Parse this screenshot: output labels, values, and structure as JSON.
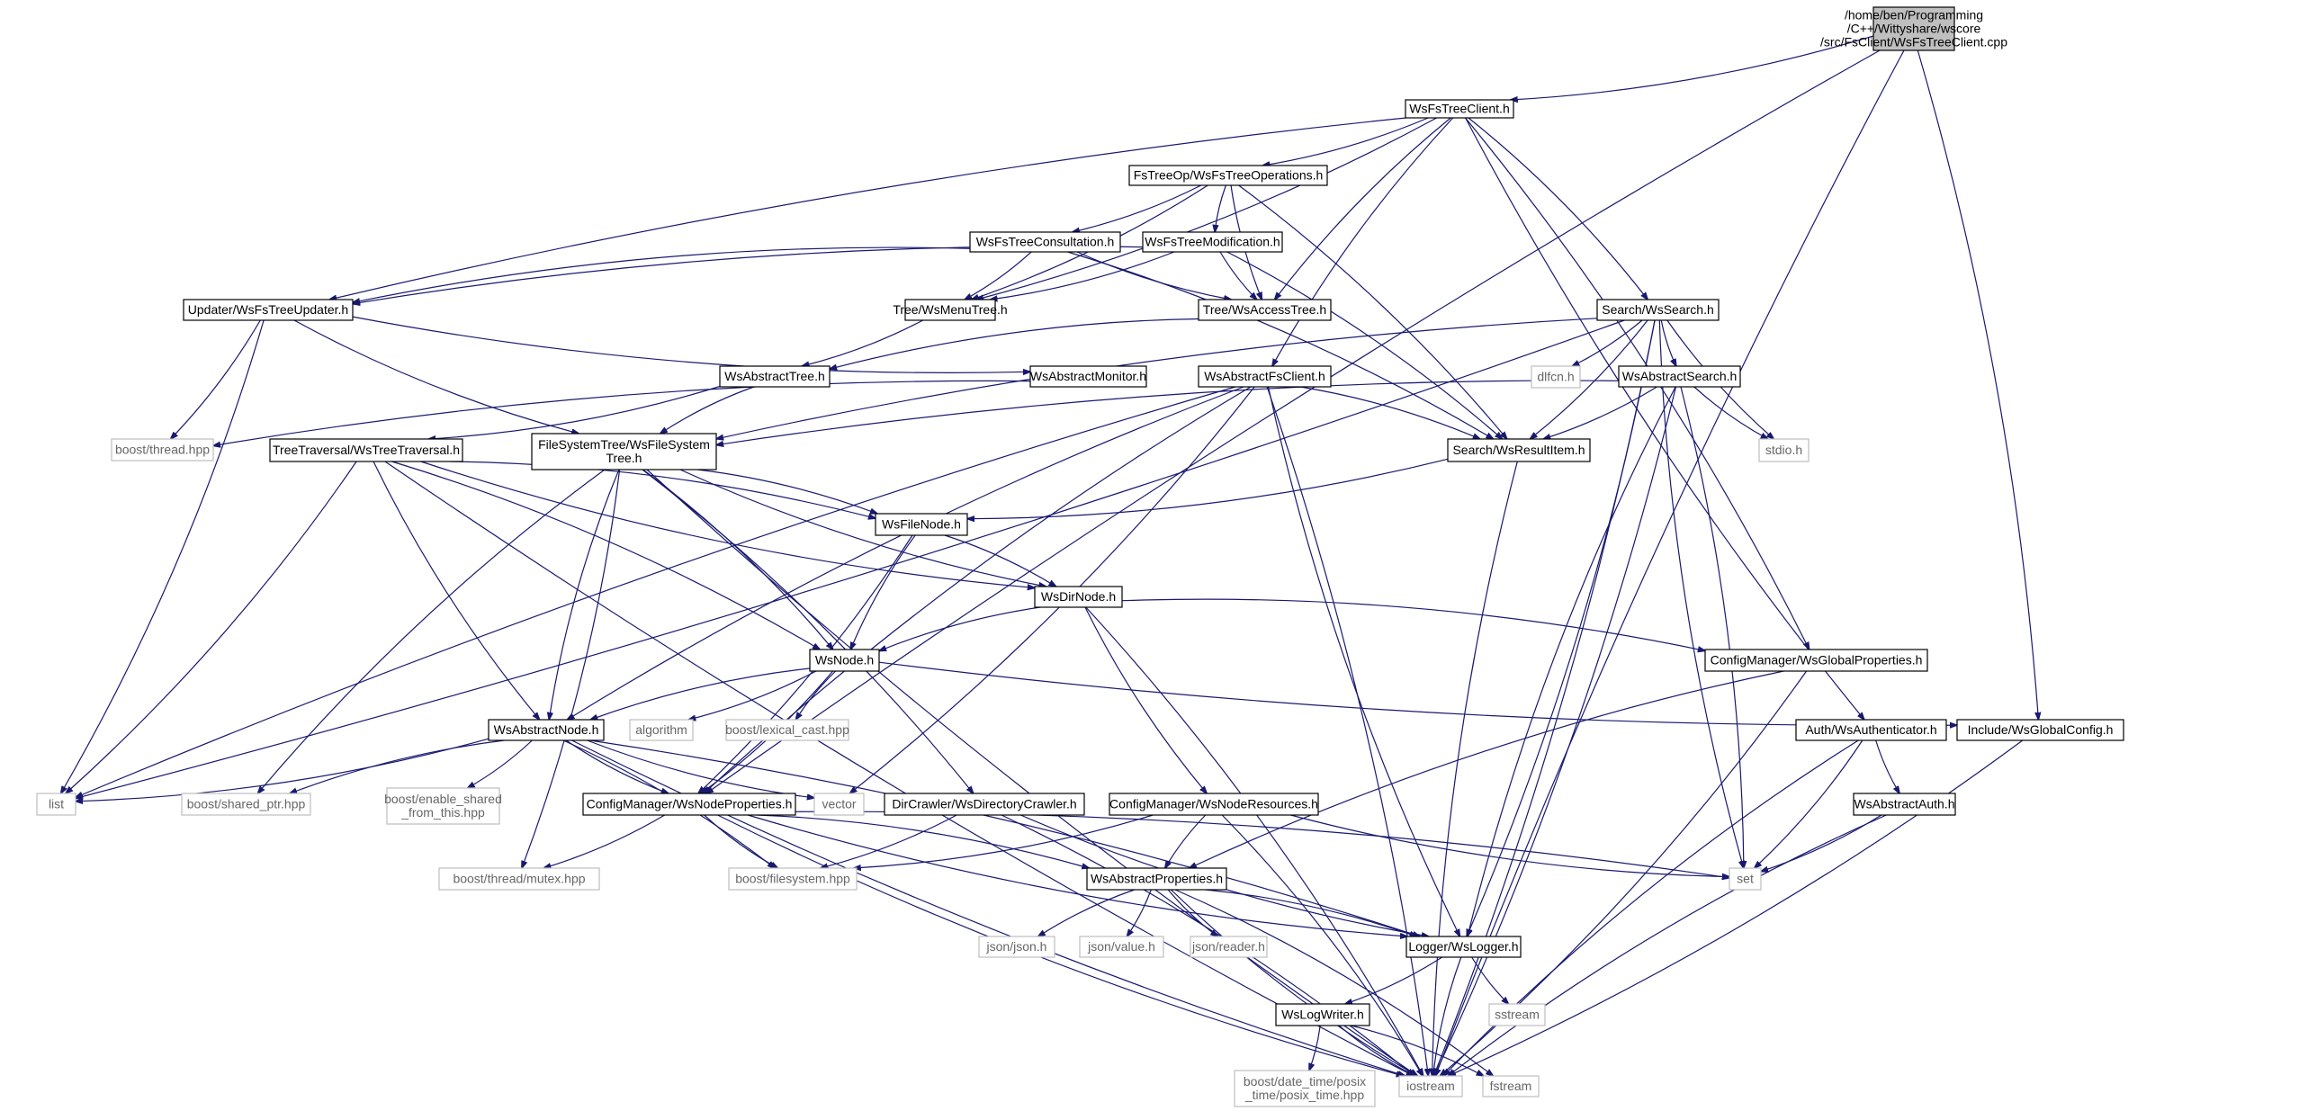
{
  "colors": {
    "edge": "#191970",
    "node_border": "#000000",
    "external_border": "#bfbfbf",
    "root_fill": "#bfbfbf",
    "text": "#000000",
    "external_text": "#666666"
  },
  "nodes": [
    {
      "id": "root",
      "label": [
        "/home/ben/Programming",
        "/C++/Wittyshare/wscore",
        "/src/FsClient/WsFsTreeClient.cpp"
      ],
      "kind": "root"
    },
    {
      "id": "fstreeclient",
      "label": [
        "WsFsTreeClient.h"
      ],
      "kind": "header"
    },
    {
      "id": "treeops",
      "label": [
        "FsTreeOp/WsFsTreeOperations.h"
      ],
      "kind": "header"
    },
    {
      "id": "consult",
      "label": [
        "WsFsTreeConsultation.h"
      ],
      "kind": "header"
    },
    {
      "id": "modif",
      "label": [
        "WsFsTreeModification.h"
      ],
      "kind": "header"
    },
    {
      "id": "updater",
      "label": [
        "Updater/WsFsTreeUpdater.h"
      ],
      "kind": "header"
    },
    {
      "id": "menutree",
      "label": [
        "Tree/WsMenuTree.h"
      ],
      "kind": "header"
    },
    {
      "id": "accesstree",
      "label": [
        "Tree/WsAccessTree.h"
      ],
      "kind": "header"
    },
    {
      "id": "search",
      "label": [
        "Search/WsSearch.h"
      ],
      "kind": "header"
    },
    {
      "id": "absmonitor",
      "label": [
        "WsAbstractMonitor.h"
      ],
      "kind": "header"
    },
    {
      "id": "abstree",
      "label": [
        "WsAbstractTree.h"
      ],
      "kind": "header"
    },
    {
      "id": "absfsclient",
      "label": [
        "WsAbstractFsClient.h"
      ],
      "kind": "header"
    },
    {
      "id": "abssearch",
      "label": [
        "WsAbstractSearch.h"
      ],
      "kind": "header"
    },
    {
      "id": "thread",
      "label": [
        "boost/thread.hpp"
      ],
      "kind": "external"
    },
    {
      "id": "traversal",
      "label": [
        "TreeTraversal/WsTreeTraversal.h"
      ],
      "kind": "header"
    },
    {
      "id": "fstree",
      "label": [
        "FileSystemTree/WsFileSystem",
        "Tree.h"
      ],
      "kind": "header"
    },
    {
      "id": "resultitem",
      "label": [
        "Search/WsResultItem.h"
      ],
      "kind": "header"
    },
    {
      "id": "dlfcn",
      "label": [
        "dlfcn.h"
      ],
      "kind": "external"
    },
    {
      "id": "stdio",
      "label": [
        "stdio.h"
      ],
      "kind": "external"
    },
    {
      "id": "filenode",
      "label": [
        "WsFileNode.h"
      ],
      "kind": "header"
    },
    {
      "id": "dirnode",
      "label": [
        "WsDirNode.h"
      ],
      "kind": "header"
    },
    {
      "id": "globalprops",
      "label": [
        "ConfigManager/WsGlobalProperties.h"
      ],
      "kind": "header"
    },
    {
      "id": "wsnode",
      "label": [
        "WsNode.h"
      ],
      "kind": "header"
    },
    {
      "id": "algorithm",
      "label": [
        "algorithm"
      ],
      "kind": "external"
    },
    {
      "id": "lexcast",
      "label": [
        "boost/lexical_cast.hpp"
      ],
      "kind": "external"
    },
    {
      "id": "authenticator",
      "label": [
        "Auth/WsAuthenticator.h"
      ],
      "kind": "header"
    },
    {
      "id": "globalconfig",
      "label": [
        "Include/WsGlobalConfig.h"
      ],
      "kind": "header"
    },
    {
      "id": "absnode",
      "label": [
        "WsAbstractNode.h"
      ],
      "kind": "header"
    },
    {
      "id": "list",
      "label": [
        "list"
      ],
      "kind": "external"
    },
    {
      "id": "sharedptr",
      "label": [
        "boost/shared_ptr.hpp"
      ],
      "kind": "external"
    },
    {
      "id": "enableshared",
      "label": [
        "boost/enable_shared",
        "_from_this.hpp"
      ],
      "kind": "external"
    },
    {
      "id": "nodeprops",
      "label": [
        "ConfigManager/WsNodeProperties.h"
      ],
      "kind": "header"
    },
    {
      "id": "vector",
      "label": [
        "vector"
      ],
      "kind": "external"
    },
    {
      "id": "dircrawler",
      "label": [
        "DirCrawler/WsDirectoryCrawler.h"
      ],
      "kind": "header"
    },
    {
      "id": "noderes",
      "label": [
        "ConfigManager/WsNodeResources.h"
      ],
      "kind": "header"
    },
    {
      "id": "absauth",
      "label": [
        "WsAbstractAuth.h"
      ],
      "kind": "header"
    },
    {
      "id": "set",
      "label": [
        "set"
      ],
      "kind": "external"
    },
    {
      "id": "mutex",
      "label": [
        "boost/thread/mutex.hpp"
      ],
      "kind": "external"
    },
    {
      "id": "filesystem",
      "label": [
        "boost/filesystem.hpp"
      ],
      "kind": "external"
    },
    {
      "id": "absprops",
      "label": [
        "WsAbstractProperties.h"
      ],
      "kind": "header"
    },
    {
      "id": "jsonjson",
      "label": [
        "json/json.h"
      ],
      "kind": "external"
    },
    {
      "id": "jsonvalue",
      "label": [
        "json/value.h"
      ],
      "kind": "external"
    },
    {
      "id": "jsonreader",
      "label": [
        "json/reader.h"
      ],
      "kind": "external"
    },
    {
      "id": "logger",
      "label": [
        "Logger/WsLogger.h"
      ],
      "kind": "header"
    },
    {
      "id": "sstream",
      "label": [
        "sstream"
      ],
      "kind": "external"
    },
    {
      "id": "logwriter",
      "label": [
        "WsLogWriter.h"
      ],
      "kind": "header"
    },
    {
      "id": "posixtime",
      "label": [
        "boost/date_time/posix",
        "_time/posix_time.hpp"
      ],
      "kind": "external"
    },
    {
      "id": "iostream",
      "label": [
        "iostream"
      ],
      "kind": "external"
    },
    {
      "id": "fstream",
      "label": [
        "fstream"
      ],
      "kind": "external"
    }
  ],
  "edges": [
    [
      "root",
      "fstreeclient"
    ],
    [
      "root",
      "nodeprops"
    ],
    [
      "root",
      "globalconfig"
    ],
    [
      "root",
      "iostream"
    ],
    [
      "fstreeclient",
      "treeops"
    ],
    [
      "fstreeclient",
      "updater"
    ],
    [
      "fstreeclient",
      "menutree"
    ],
    [
      "fstreeclient",
      "accesstree"
    ],
    [
      "fstreeclient",
      "search"
    ],
    [
      "fstreeclient",
      "absfsclient"
    ],
    [
      "fstreeclient",
      "globalprops"
    ],
    [
      "fstreeclient",
      "authenticator"
    ],
    [
      "treeops",
      "consult"
    ],
    [
      "treeops",
      "modif"
    ],
    [
      "treeops",
      "menutree"
    ],
    [
      "treeops",
      "accesstree"
    ],
    [
      "treeops",
      "resultitem"
    ],
    [
      "consult",
      "updater"
    ],
    [
      "consult",
      "menutree"
    ],
    [
      "consult",
      "accesstree"
    ],
    [
      "consult",
      "resultitem"
    ],
    [
      "modif",
      "updater"
    ],
    [
      "modif",
      "menutree"
    ],
    [
      "modif",
      "accesstree"
    ],
    [
      "modif",
      "resultitem"
    ],
    [
      "updater",
      "absmonitor"
    ],
    [
      "updater",
      "thread"
    ],
    [
      "updater",
      "fstree"
    ],
    [
      "updater",
      "list"
    ],
    [
      "absmonitor",
      "thread"
    ],
    [
      "menutree",
      "abstree"
    ],
    [
      "accesstree",
      "abstree"
    ],
    [
      "abstree",
      "traversal"
    ],
    [
      "abstree",
      "fstree"
    ],
    [
      "search",
      "list"
    ],
    [
      "search",
      "fstree"
    ],
    [
      "search",
      "dlfcn"
    ],
    [
      "search",
      "abssearch"
    ],
    [
      "search",
      "resultitem"
    ],
    [
      "search",
      "stdio"
    ],
    [
      "search",
      "logger"
    ],
    [
      "search",
      "set"
    ],
    [
      "search",
      "iostream"
    ],
    [
      "abssearch",
      "fstree"
    ],
    [
      "abssearch",
      "resultitem"
    ],
    [
      "abssearch",
      "stdio"
    ],
    [
      "abssearch",
      "set"
    ],
    [
      "abssearch",
      "logger"
    ],
    [
      "abssearch",
      "iostream"
    ],
    [
      "absfsclient",
      "absnode"
    ],
    [
      "absfsclient",
      "resultitem"
    ],
    [
      "absfsclient",
      "nodeprops"
    ],
    [
      "absfsclient",
      "vector"
    ],
    [
      "absfsclient",
      "logger"
    ],
    [
      "absfsclient",
      "iostream"
    ],
    [
      "absfsclient",
      "list"
    ],
    [
      "traversal",
      "filenode"
    ],
    [
      "traversal",
      "dirnode"
    ],
    [
      "traversal",
      "wsnode"
    ],
    [
      "traversal",
      "absnode"
    ],
    [
      "traversal",
      "list"
    ],
    [
      "traversal",
      "iostream"
    ],
    [
      "fstree",
      "filenode"
    ],
    [
      "fstree",
      "dirnode"
    ],
    [
      "fstree",
      "wsnode"
    ],
    [
      "fstree",
      "absnode"
    ],
    [
      "fstree",
      "dircrawler"
    ],
    [
      "fstree",
      "sharedptr"
    ],
    [
      "fstree",
      "mutex"
    ],
    [
      "fstree",
      "iostream"
    ],
    [
      "resultitem",
      "filenode"
    ],
    [
      "resultitem",
      "iostream"
    ],
    [
      "filenode",
      "dirnode"
    ],
    [
      "filenode",
      "wsnode"
    ],
    [
      "filenode",
      "nodeprops"
    ],
    [
      "dirnode",
      "wsnode"
    ],
    [
      "dirnode",
      "globalprops"
    ],
    [
      "dirnode",
      "noderes"
    ],
    [
      "dirnode",
      "iostream"
    ],
    [
      "globalprops",
      "absprops"
    ],
    [
      "globalprops",
      "iostream"
    ],
    [
      "wsnode",
      "absnode"
    ],
    [
      "wsnode",
      "algorithm"
    ],
    [
      "wsnode",
      "lexcast"
    ],
    [
      "wsnode",
      "nodeprops"
    ],
    [
      "wsnode",
      "globalconfig"
    ],
    [
      "absnode",
      "list"
    ],
    [
      "absnode",
      "sharedptr"
    ],
    [
      "absnode",
      "enableshared"
    ],
    [
      "absnode",
      "nodeprops"
    ],
    [
      "absnode",
      "filesystem"
    ],
    [
      "absnode",
      "vector"
    ],
    [
      "absnode",
      "logger"
    ],
    [
      "absnode",
      "iostream"
    ],
    [
      "nodeprops",
      "absprops"
    ],
    [
      "nodeprops",
      "filesystem"
    ],
    [
      "nodeprops",
      "mutex"
    ],
    [
      "nodeprops",
      "logger"
    ],
    [
      "nodeprops",
      "set"
    ],
    [
      "nodeprops",
      "iostream"
    ],
    [
      "dircrawler",
      "filesystem"
    ],
    [
      "dircrawler",
      "logger"
    ],
    [
      "dircrawler",
      "iostream"
    ],
    [
      "noderes",
      "absprops"
    ],
    [
      "noderes",
      "filesystem"
    ],
    [
      "noderes",
      "set"
    ],
    [
      "noderes",
      "iostream"
    ],
    [
      "authenticator",
      "absauth"
    ],
    [
      "authenticator",
      "set"
    ],
    [
      "authenticator",
      "iostream"
    ],
    [
      "absauth",
      "set"
    ],
    [
      "absauth",
      "iostream"
    ],
    [
      "globalconfig",
      "iostream"
    ],
    [
      "absprops",
      "jsonjson"
    ],
    [
      "absprops",
      "jsonvalue"
    ],
    [
      "absprops",
      "jsonreader"
    ],
    [
      "absprops",
      "logger"
    ],
    [
      "absprops",
      "iostream"
    ],
    [
      "absprops",
      "fstream"
    ],
    [
      "logger",
      "sstream"
    ],
    [
      "logger",
      "logwriter"
    ],
    [
      "logger",
      "iostream"
    ],
    [
      "logwriter",
      "posixtime"
    ],
    [
      "logwriter",
      "iostream"
    ],
    [
      "logwriter",
      "fstream"
    ]
  ]
}
